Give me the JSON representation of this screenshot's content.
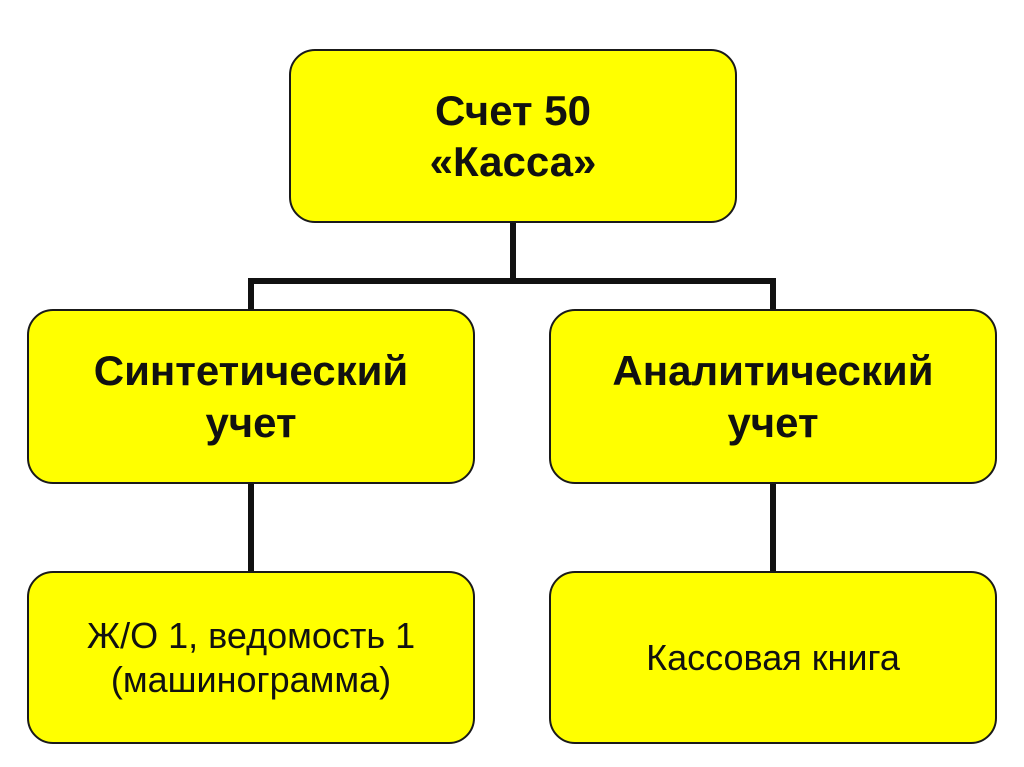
{
  "colors": {
    "node_fill": "#ffff00",
    "node_border": "#1a1a1a",
    "connector": "#111111",
    "text": "#111111",
    "background": "#ffffff"
  },
  "diagram": {
    "root": {
      "line1": "Счет 50",
      "line2": "«Касса»"
    },
    "synthetic": {
      "line1": "Синтетический",
      "line2": "учет"
    },
    "analytic": {
      "line1": "Аналитический",
      "line2": "учет"
    },
    "synthetic_child": {
      "line1": "Ж/О 1, ведомость 1",
      "line2": "(машинограмма)"
    },
    "analytic_child": {
      "line1": "Кассовая книга"
    }
  }
}
